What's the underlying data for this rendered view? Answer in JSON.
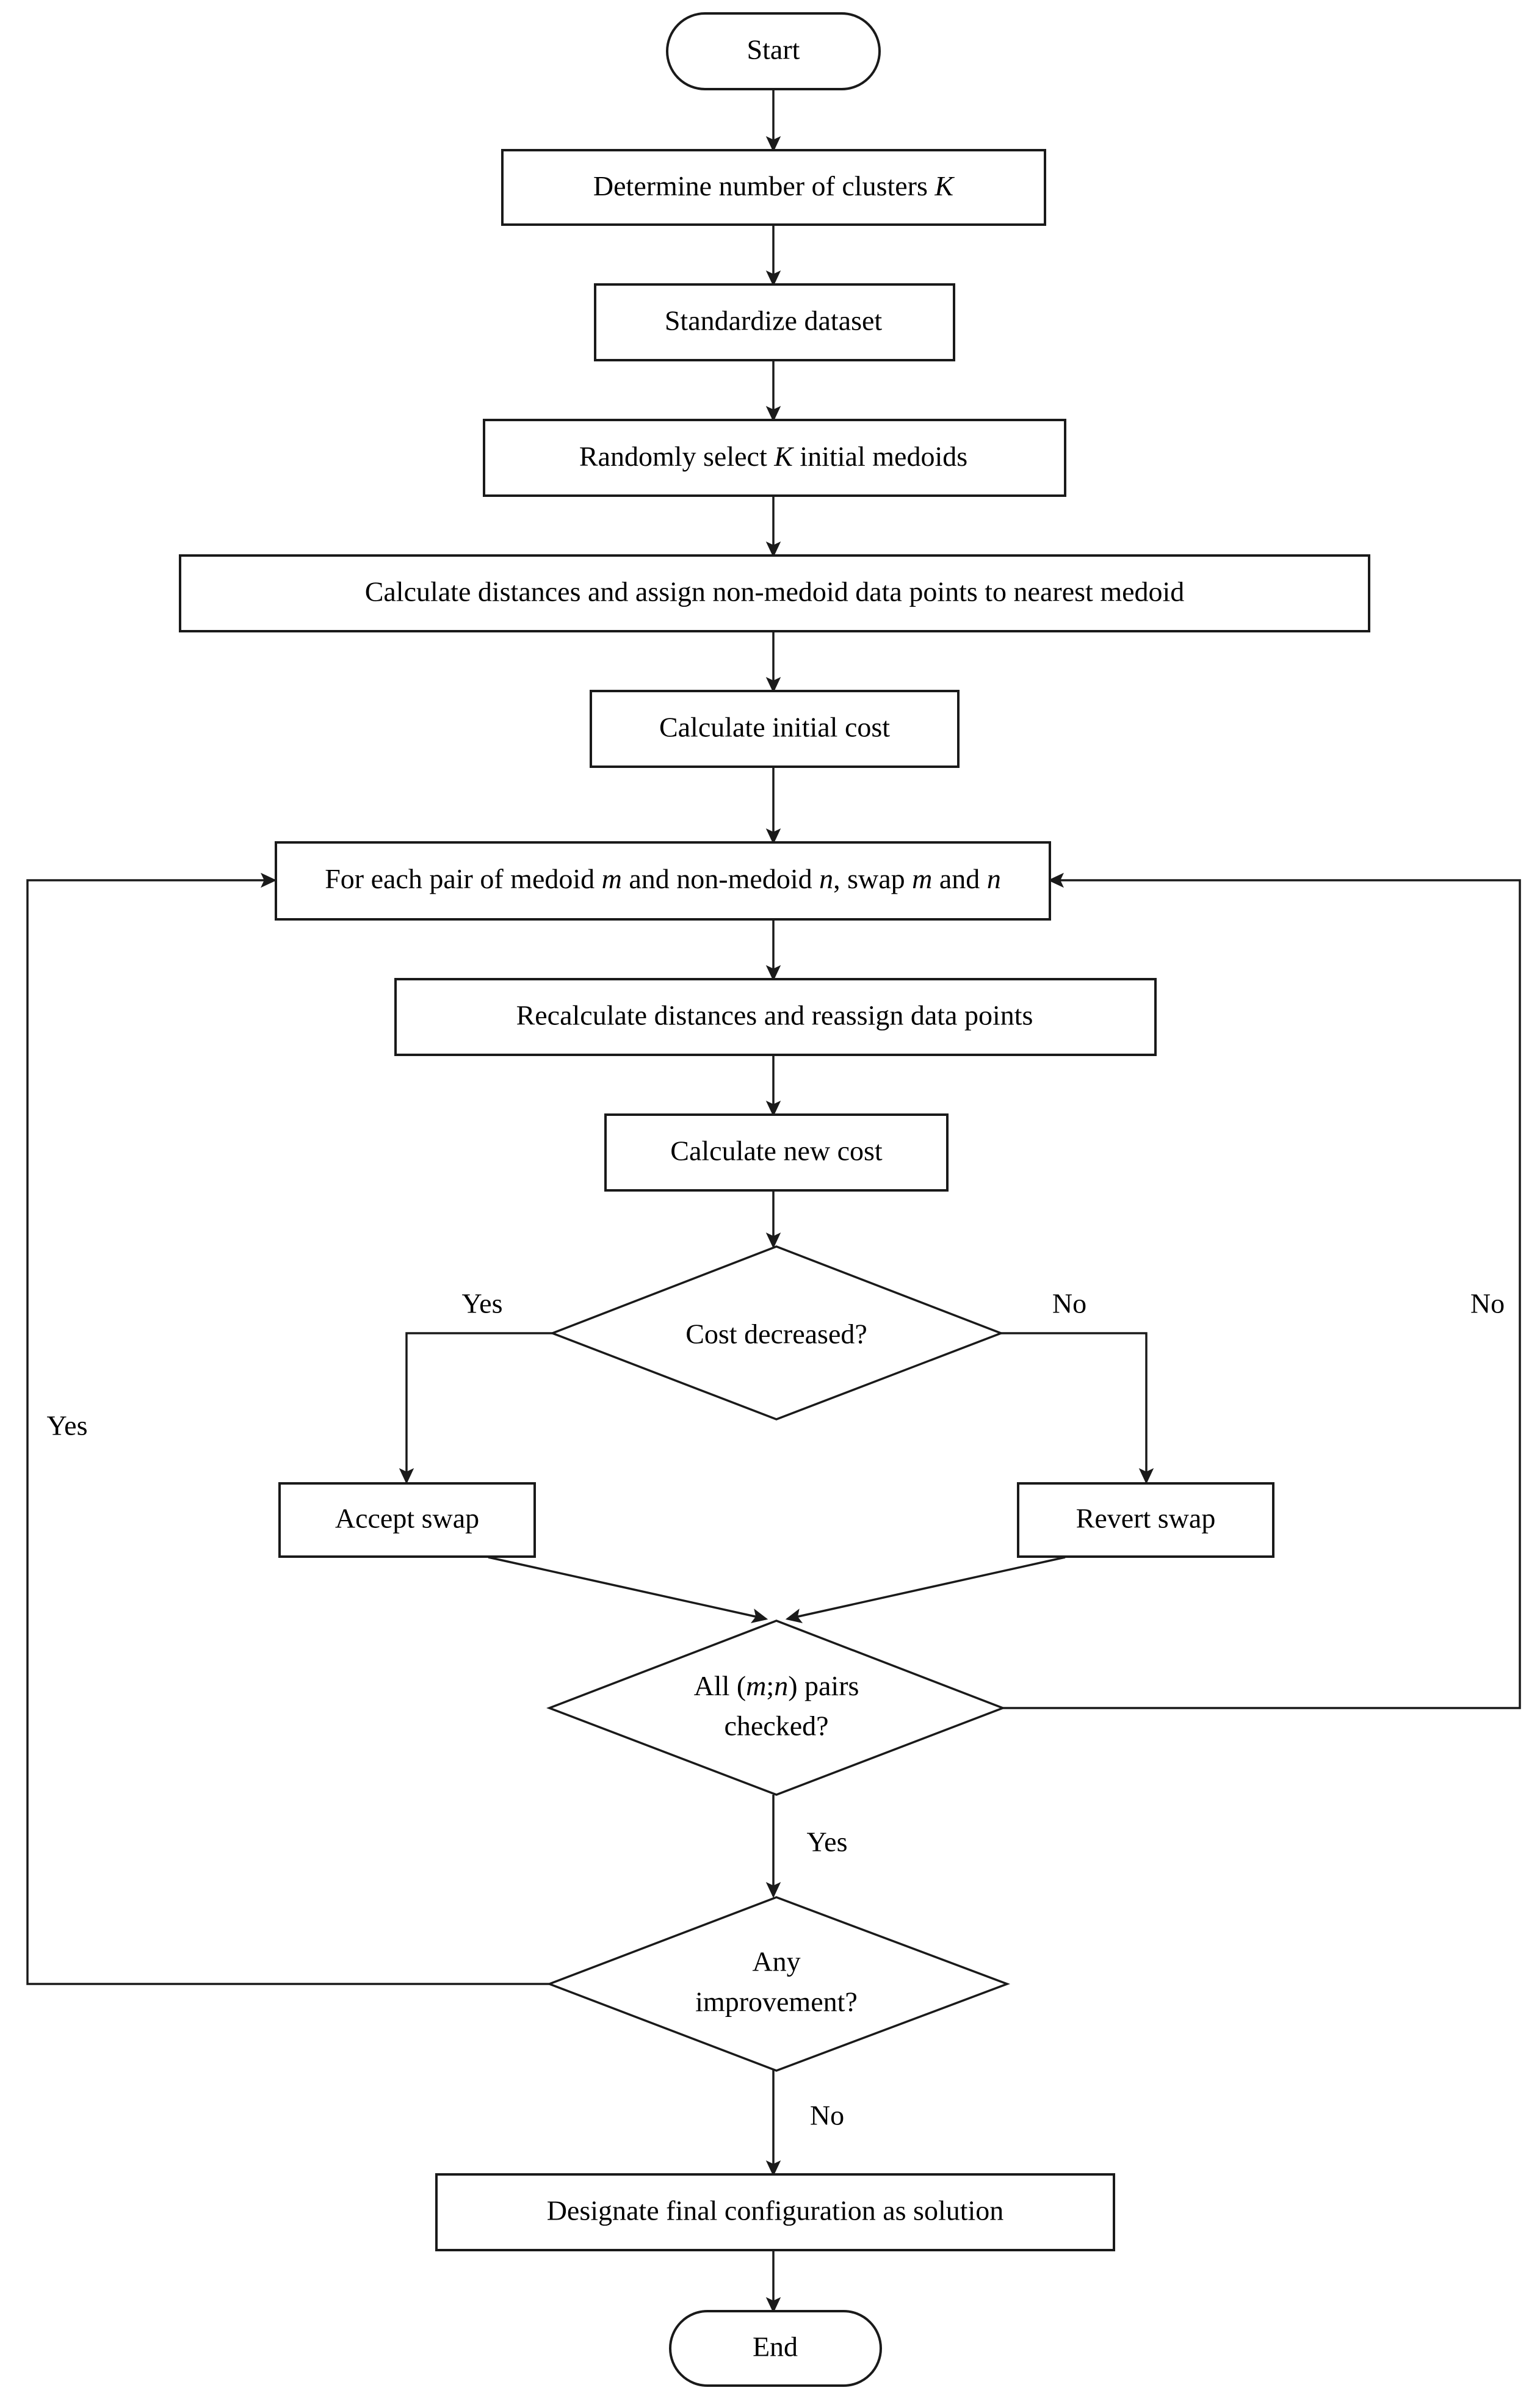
{
  "diagram": {
    "type": "flowchart",
    "title": "K-medoids clustering algorithm flowchart",
    "orientation": "top-to-bottom",
    "nodes": [
      {
        "id": "start",
        "shape": "terminator",
        "label": "Start"
      },
      {
        "id": "determine_k",
        "shape": "process",
        "label": "Determine number of clusters K",
        "italic_tokens": [
          "K"
        ]
      },
      {
        "id": "standardize",
        "shape": "process",
        "label": "Standardize dataset"
      },
      {
        "id": "select_med",
        "shape": "process",
        "label": "Randomly select K initial medoids",
        "italic_tokens": [
          "K"
        ]
      },
      {
        "id": "calc_dist",
        "shape": "process",
        "label": "Calculate distances and assign non-medoid data points to nearest medoid"
      },
      {
        "id": "calc_init",
        "shape": "process",
        "label": "Calculate initial cost"
      },
      {
        "id": "for_each",
        "shape": "process",
        "label": "For each pair of medoid m and non-medoid n, swap m and n",
        "italic_tokens": [
          "m",
          "n"
        ]
      },
      {
        "id": "recalc",
        "shape": "process",
        "label": "Recalculate distances and reassign data points"
      },
      {
        "id": "calc_new",
        "shape": "process",
        "label": "Calculate new cost"
      },
      {
        "id": "cost_dec",
        "shape": "decision",
        "label": "Cost decreased?"
      },
      {
        "id": "accept",
        "shape": "process",
        "label": "Accept swap"
      },
      {
        "id": "revert",
        "shape": "process",
        "label": "Revert swap"
      },
      {
        "id": "all_pairs",
        "shape": "decision",
        "label_line1": "All (m;n) pairs",
        "label_line2": "checked?",
        "italic_tokens": [
          "m",
          "n"
        ]
      },
      {
        "id": "any_improve",
        "shape": "decision",
        "label_line1": "Any",
        "label_line2": "improvement?"
      },
      {
        "id": "designate",
        "shape": "process",
        "label": "Designate final configuration as solution"
      },
      {
        "id": "end",
        "shape": "terminator",
        "label": "End"
      }
    ],
    "edge_labels": {
      "cost_decreased_yes": "Yes",
      "cost_decreased_no": "No",
      "all_pairs_no": "No",
      "all_pairs_yes": "Yes",
      "any_improvement_yes": "Yes",
      "any_improvement_no": "No"
    },
    "colors": {
      "stroke": "#1a1a1a",
      "fill": "#ffffff",
      "text": "#000000",
      "background": "#ffffff"
    }
  }
}
